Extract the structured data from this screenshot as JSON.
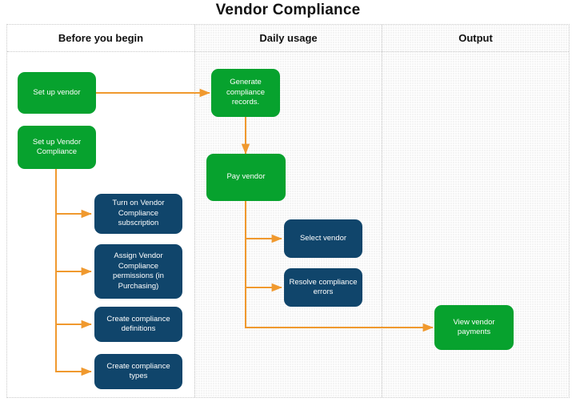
{
  "title": "Vendor Compliance",
  "colors": {
    "green": "#07A22E",
    "navy": "#10456B",
    "arrow": "#F0992E",
    "lane_background": "#F4F4F4",
    "text": "#FFFFFF"
  },
  "lanes": [
    {
      "id": "before-you-begin",
      "label": "Before you begin"
    },
    {
      "id": "daily-usage",
      "label": "Daily usage"
    },
    {
      "id": "output",
      "label": "Output"
    }
  ],
  "nodes": [
    {
      "id": "set-up-vendor",
      "lane": "before-you-begin",
      "type": "green",
      "label": "Set up vendor"
    },
    {
      "id": "set-up-vendor-compliance",
      "lane": "before-you-begin",
      "type": "green",
      "label": "Set up Vendor Compliance"
    },
    {
      "id": "turn-on-subscription",
      "lane": "before-you-begin",
      "type": "navy",
      "label": "Turn on Vendor Compliance subscription"
    },
    {
      "id": "assign-permissions",
      "lane": "before-you-begin",
      "type": "navy",
      "label": "Assign Vendor Compliance permissions (in Purchasing)"
    },
    {
      "id": "create-compliance-definitions",
      "lane": "before-you-begin",
      "type": "navy",
      "label": "Create compliance definitions"
    },
    {
      "id": "create-compliance-types",
      "lane": "before-you-begin",
      "type": "navy",
      "label": "Create compliance types"
    },
    {
      "id": "generate-compliance-records",
      "lane": "daily-usage",
      "type": "green",
      "label": "Generate compliance records."
    },
    {
      "id": "pay-vendor",
      "lane": "daily-usage",
      "type": "green",
      "label": "Pay vendor"
    },
    {
      "id": "select-vendor",
      "lane": "daily-usage",
      "type": "navy",
      "label": "Select vendor"
    },
    {
      "id": "resolve-compliance-errors",
      "lane": "daily-usage",
      "type": "navy",
      "label": "Resolve compliance errors"
    },
    {
      "id": "view-vendor-payments",
      "lane": "output",
      "type": "green",
      "label": "View vendor payments"
    }
  ],
  "edges": [
    {
      "from": "set-up-vendor",
      "to": "generate-compliance-records"
    },
    {
      "from": "set-up-vendor-compliance",
      "to": "turn-on-subscription"
    },
    {
      "from": "set-up-vendor-compliance",
      "to": "assign-permissions"
    },
    {
      "from": "set-up-vendor-compliance",
      "to": "create-compliance-definitions"
    },
    {
      "from": "set-up-vendor-compliance",
      "to": "create-compliance-types"
    },
    {
      "from": "generate-compliance-records",
      "to": "pay-vendor"
    },
    {
      "from": "pay-vendor",
      "to": "select-vendor"
    },
    {
      "from": "pay-vendor",
      "to": "resolve-compliance-errors"
    },
    {
      "from": "pay-vendor",
      "to": "view-vendor-payments"
    }
  ]
}
